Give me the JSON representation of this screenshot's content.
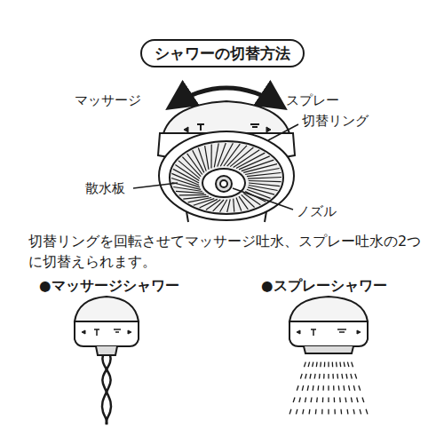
{
  "diagram": {
    "title": "シャワーの切替方法",
    "labels": [
      "マッサージ",
      "スプレー",
      "切替リング",
      "散水板",
      "ノズル",
      "切替リングを回転させてマッサージ吐水、スプレー吐水の2つに切替えられます。",
      "●マッサージシャワー",
      "●スプレーシャワー"
    ]
  }
}
